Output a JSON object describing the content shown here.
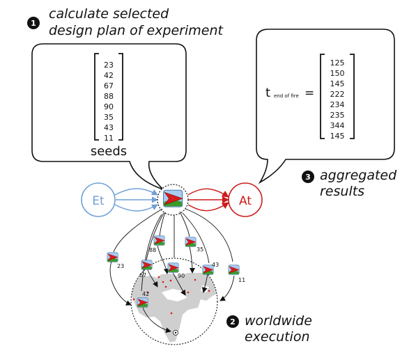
{
  "steps": [
    {
      "num": "1",
      "line1": "calculate selected",
      "line2": "design plan of experiment"
    },
    {
      "num": "2",
      "line1": "worldwide",
      "line2": "execution"
    },
    {
      "num": "3",
      "line1": "aggregated",
      "line2": "results"
    }
  ],
  "seeds": {
    "values": [
      "23",
      "42",
      "67",
      "88",
      "90",
      "35",
      "43",
      "11"
    ],
    "label": "seeds"
  },
  "results": {
    "t_main": "t",
    "t_sub": "end of fire",
    "equals": "=",
    "values": [
      "125",
      "150",
      "145",
      "222",
      "234",
      "235",
      "344",
      "145"
    ]
  },
  "nodes": {
    "et": "Et",
    "at": "At"
  },
  "workers": [
    "23",
    "88",
    "35",
    "67",
    "90",
    "43",
    "11",
    "42"
  ],
  "colors": {
    "et": "#6f9fd8",
    "at": "#cc1a1a",
    "agent_red": "#d61c1c",
    "agent_green": "#3a9a2a",
    "agent_blue": "#9fc3e8",
    "map_land": "#cfcfcf",
    "map_sea": "#ffffff"
  }
}
